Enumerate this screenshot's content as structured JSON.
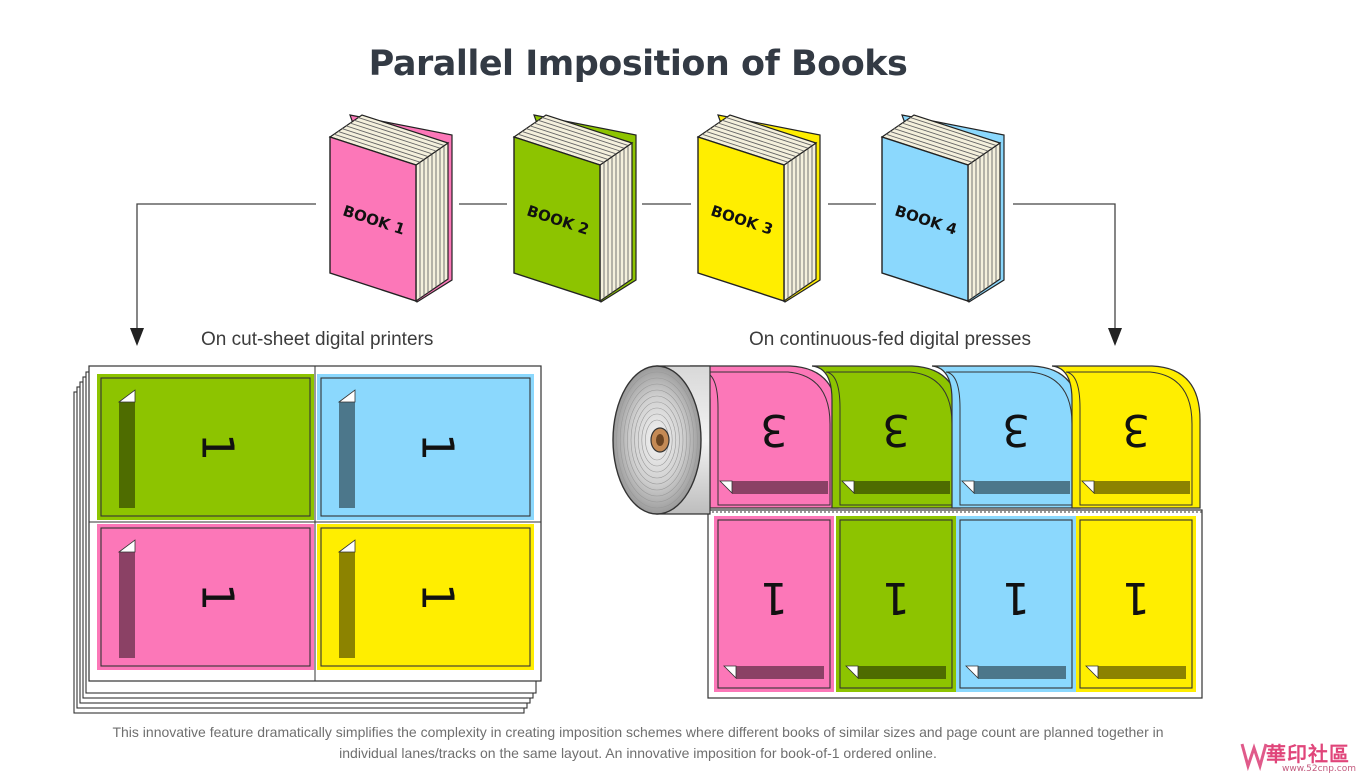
{
  "title": "Parallel Imposition of Books",
  "books": [
    {
      "label": "BOOK 1",
      "color": "#fc77b8"
    },
    {
      "label": "BOOK 2",
      "color": "#8dc400"
    },
    {
      "label": "BOOK 3",
      "color": "#ffee00"
    },
    {
      "label": "BOOK 4",
      "color": "#8bd8fd"
    }
  ],
  "left_section": {
    "label": "On cut-sheet digital printers",
    "page_number": "1"
  },
  "right_section": {
    "label": "On continuous-fed digital presses",
    "top_page_number": "3",
    "bottom_page_number": "1"
  },
  "caption": {
    "line1": "This innovative feature dramatically simplifies the complexity in creating imposition schemes where different books of similar sizes and page count are planned together in",
    "line2": "individual lanes/tracks on the same layout. An innovative imposition for book-of-1 ordered online."
  },
  "watermark": {
    "text": "華印社區",
    "url": "www.52cnp.com"
  },
  "colors": {
    "pink": "#fc77b8",
    "green": "#8dc400",
    "yellow": "#ffee00",
    "blue": "#8bd8fd",
    "title": "#333a44"
  }
}
